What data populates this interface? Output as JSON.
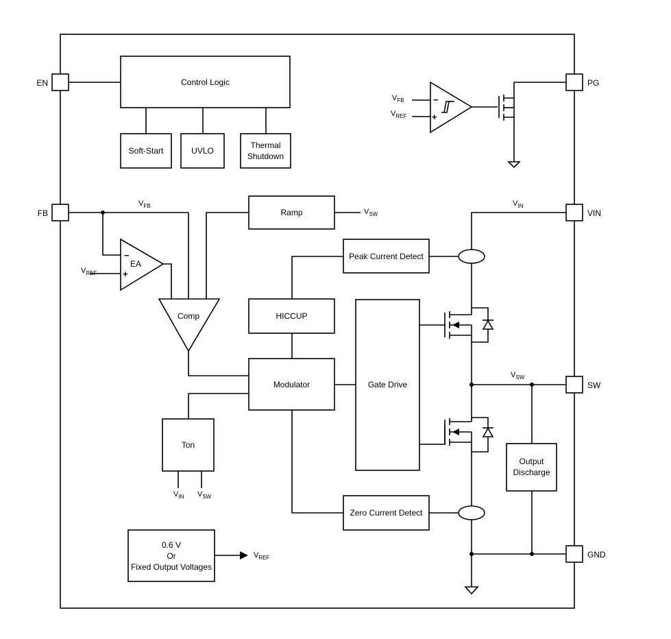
{
  "blocks": {
    "control_logic": "Control Logic",
    "soft_start": "Soft-Start",
    "uvlo": "UVLO",
    "thermal_line1": "Thermal",
    "thermal_line2": "Shutdown",
    "ramp": "Ramp",
    "peak_current_detect": "Peak Current Detect",
    "ea": "EA",
    "comp": "Comp",
    "hiccup": "HICCUP",
    "gate_drive": "Gate Drive",
    "modulator": "Modulator",
    "ton": "Ton",
    "output_discharge_line1": "Output",
    "output_discharge_line2": "Discharge",
    "zero_current_detect": "Zero Current Detect",
    "vref_gen_line1": "0.6 V",
    "vref_gen_line2": "Or",
    "vref_gen_line3": "Fixed Output Voltages"
  },
  "pins": {
    "en": "EN",
    "fb": "FB",
    "pg": "PG",
    "vin": "VIN",
    "sw": "SW",
    "gnd": "GND"
  },
  "signals": {
    "v": "V",
    "fb_sub": "FB",
    "ref_sub": "REF",
    "sw_sub": "SW",
    "in_sub": "IN"
  },
  "symbols": {
    "minus": "−",
    "plus": "+"
  }
}
